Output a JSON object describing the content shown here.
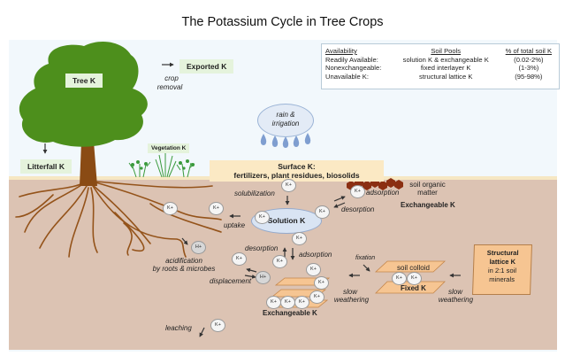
{
  "title": "The Potassium Cycle in Tree Crops",
  "legend": {
    "headers": [
      "Availability",
      "Soil Pools",
      "% of total soil K"
    ],
    "rows": [
      [
        "Readily Available:",
        "solution K & exchangeable K",
        "(0.02-2%)"
      ],
      [
        "Nonexchangeable:",
        "fixed interlayer K",
        "(1-3%)"
      ],
      [
        "Unavailable K:",
        "structural lattice K",
        "(95-98%)"
      ]
    ]
  },
  "labels": {
    "tree_k": "Tree K",
    "exported_k": "Exported K",
    "crop_removal_1": "crop",
    "crop_removal_2": "removal",
    "litterfall_k": "Litterfall K",
    "vegetation_k": "Vegetation K",
    "rain_1": "rain &",
    "rain_2": "irrigation",
    "surface_k_1": "Surface K:",
    "surface_k_2": "fertilizers, plant residues, biosolids",
    "solubilization": "solubilization",
    "solution_k": "Solution K",
    "uptake": "uptake",
    "adsorption_top": "adsorption",
    "desorption_top": "desorption",
    "soil_organic_1": "soil organic",
    "soil_organic_2": "matter",
    "exchangeable_k_top": "Exchangeable K",
    "acidification_1": "acidification",
    "acidification_2": "by roots & microbes",
    "desorption_mid": "desorption",
    "adsorption_mid": "adsorption",
    "displacement": "displacement",
    "exchangeable_k_bottom": "Exchangeable K",
    "fixation": "fixation",
    "soil_colloid": "soil colloid",
    "fixed_k": "Fixed K",
    "slow_weathering_left_1": "slow",
    "slow_weathering_left_2": "weathering",
    "slow_weathering_right_1": "slow",
    "slow_weathering_right_2": "weathering",
    "structural_1": "Structural",
    "structural_2": "lattice K",
    "structural_3": "in 2:1 soil",
    "structural_4": "minerals",
    "leaching": "leaching"
  },
  "ions": {
    "k": "K+",
    "h": "H+"
  },
  "colors": {
    "tree_canopy": "#4d8f1c",
    "trunk_root": "#8a4b14",
    "soil": "#dcc3b3",
    "sky": "#f2f8fc",
    "surface": "#fbe9c4",
    "clay_plate": "#f6c592",
    "organic_matter": "#8b2f12",
    "rain_drop": "#7f9ed0"
  }
}
